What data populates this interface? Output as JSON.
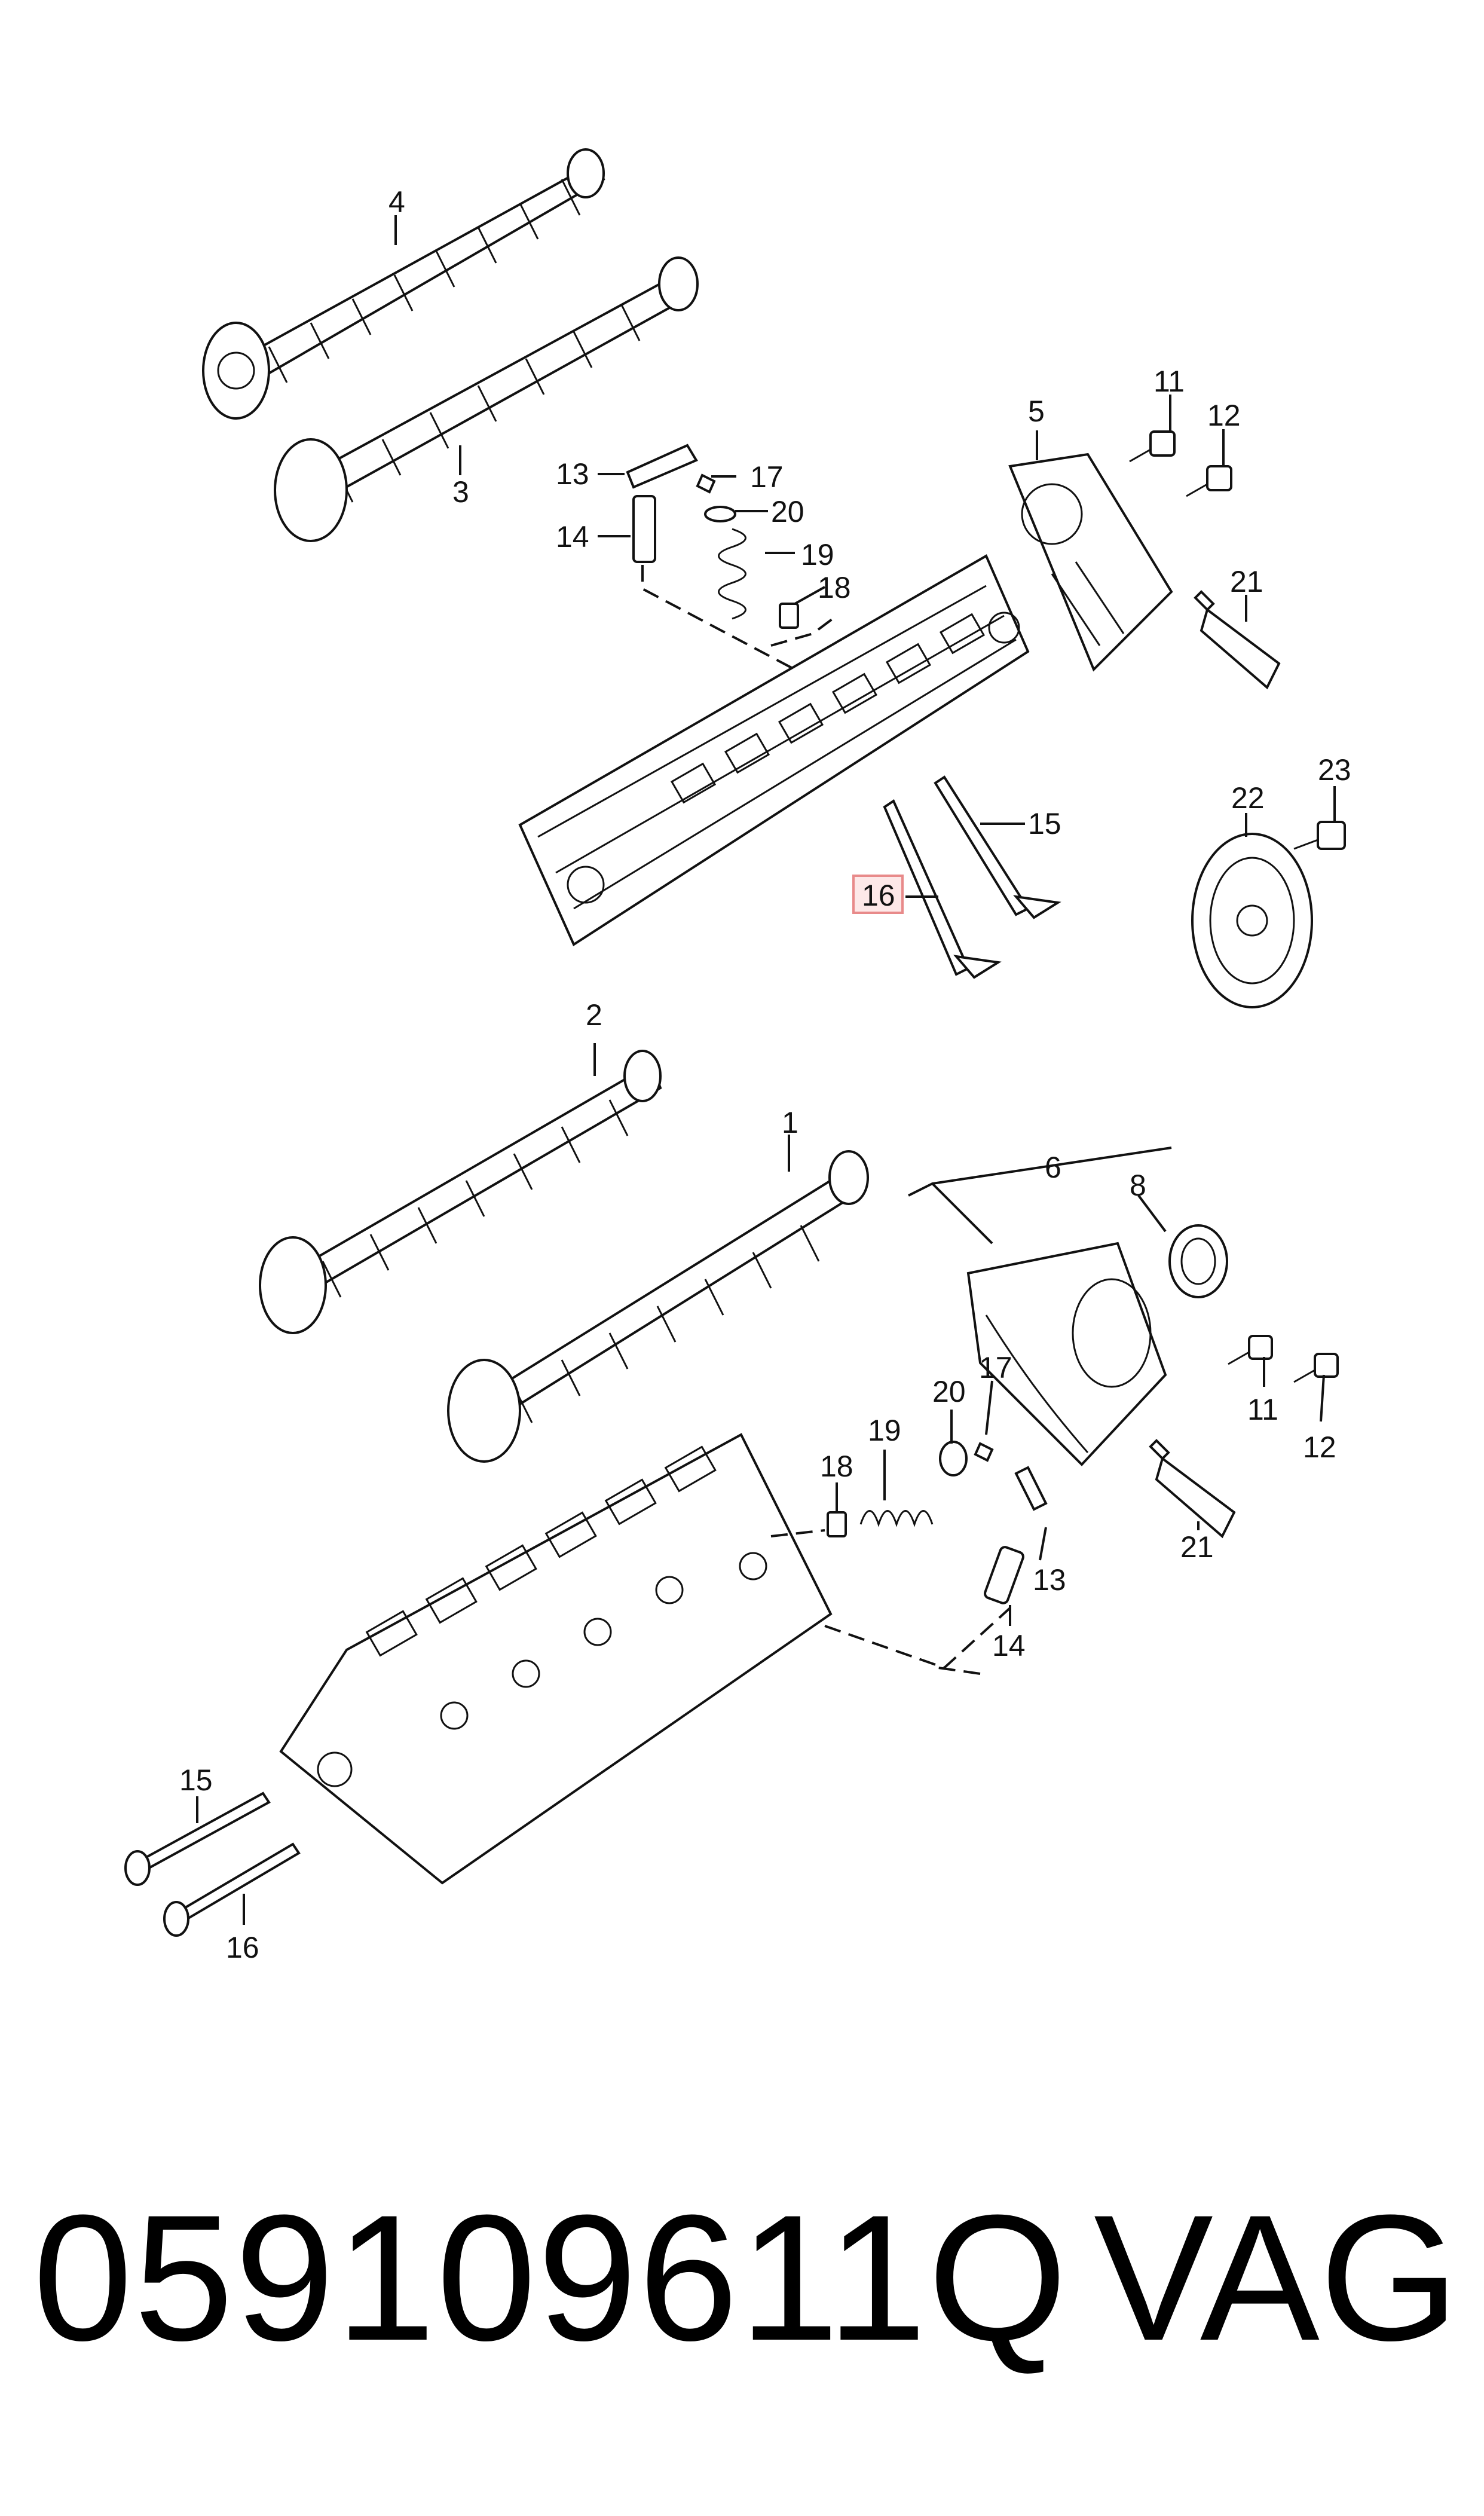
{
  "callouts": {
    "c1": "1",
    "c2": "2",
    "c3": "3",
    "c4": "4",
    "c5": "5",
    "c6": "6",
    "c8": "8",
    "c11a": "11",
    "c12a": "12",
    "c11b": "11",
    "c12b": "12",
    "c13a": "13",
    "c14a": "14",
    "c17a": "17",
    "c20a": "20",
    "c19a": "19",
    "c18a": "18",
    "c15a": "15",
    "c16a": "16",
    "c21a": "21",
    "c22": "22",
    "c23": "23",
    "c20b": "20",
    "c17b": "17",
    "c19b": "19",
    "c18b": "18",
    "c13b": "13",
    "c14b": "14",
    "c21b": "21",
    "c15b": "15",
    "c16b": "16"
  },
  "highlight": {
    "part": "16",
    "color": "#e88a8a",
    "fill": "#fde8e8"
  },
  "footer": {
    "part_number": "059109611Q",
    "brand": "VAG"
  }
}
